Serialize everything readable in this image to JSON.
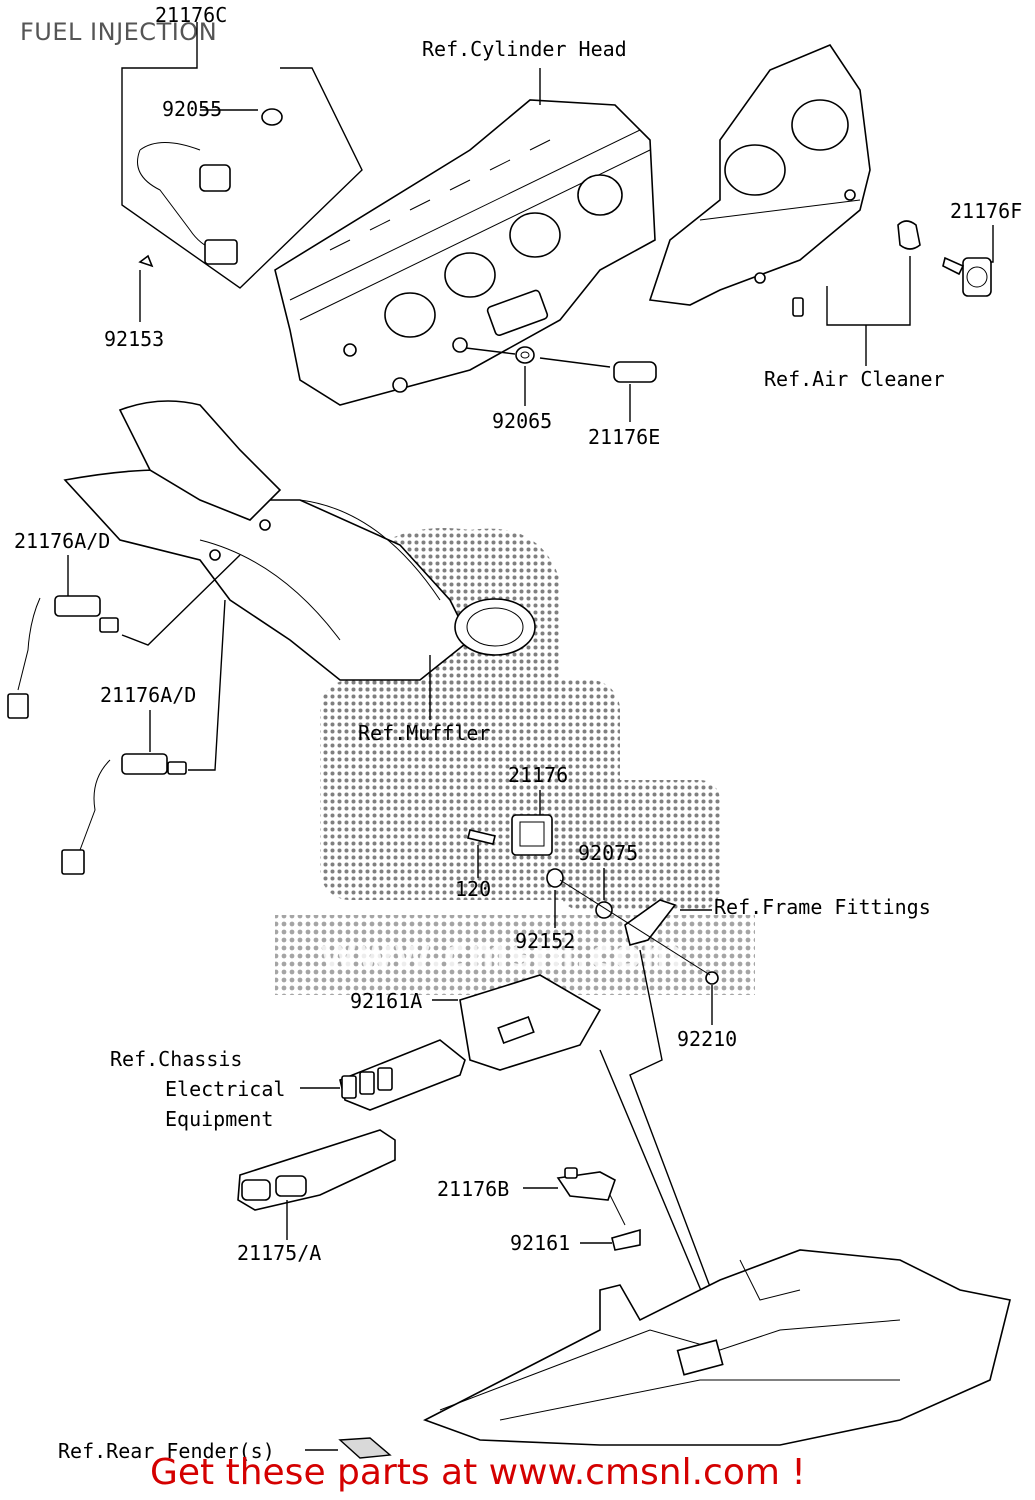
{
  "title": "FUEL INJECTION",
  "footer": "Get these parts at www.cmsnl.com !",
  "refs": {
    "cylinder_head": "Ref.Cylinder Head",
    "air_cleaner": "Ref.Air Cleaner",
    "muffler": "Ref.Muffler",
    "frame_fittings": "Ref.Frame Fittings",
    "chassis_line1": "Ref.Chassis",
    "chassis_line2": "Electrical",
    "chassis_line3": "Equipment",
    "rear_fender": "Ref.Rear Fender(s)"
  },
  "parts": {
    "p21176C": "21176C",
    "p92055": "92055",
    "p92153": "92153",
    "p21176F": "21176F",
    "p92065": "92065",
    "p21176E": "21176E",
    "p21176AD_1": "21176A/D",
    "p21176AD_2": "21176A/D",
    "p21176": "21176",
    "p120": "120",
    "p92075": "92075",
    "p92152": "92152",
    "p92161A": "92161A",
    "p92210": "92210",
    "p21176B": "21176B",
    "p92161": "92161",
    "p21175A": "21175/A"
  },
  "watermark_text": "www.cmsnl.com"
}
